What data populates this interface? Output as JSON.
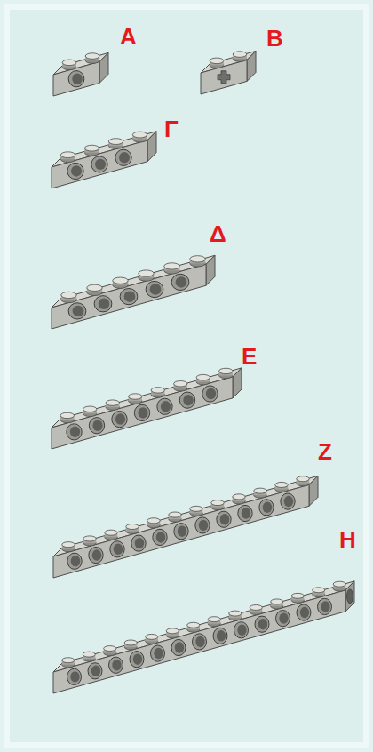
{
  "diagram": {
    "labels": [
      "Α",
      "Β",
      "Γ",
      "Δ",
      "Ε",
      "Ζ",
      "Η"
    ]
  }
}
